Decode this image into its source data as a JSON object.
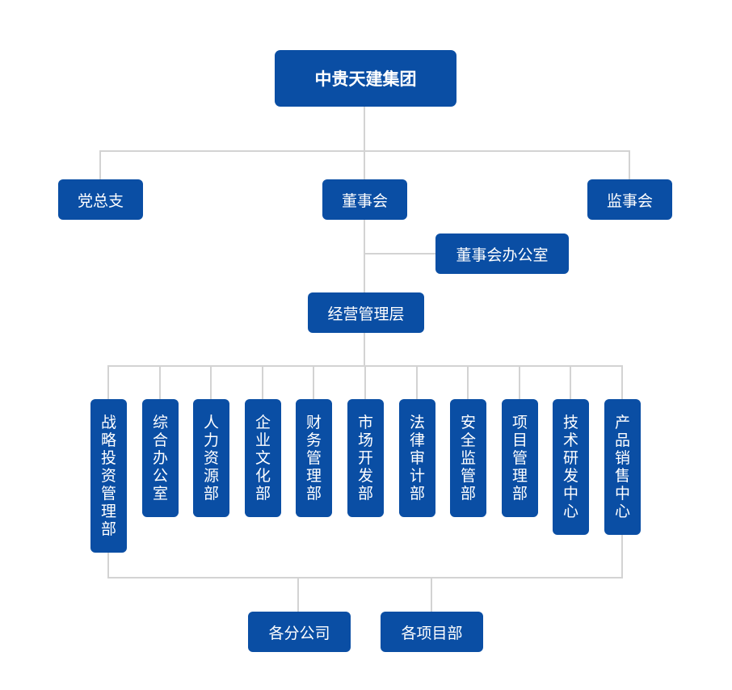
{
  "colors": {
    "node": "#0a4ea4",
    "connector": "#d3d3d3",
    "text": "#ffffff"
  },
  "root": "中贵天建集团",
  "level1": {
    "left": "党总支",
    "center": "董事会",
    "right": "监事会"
  },
  "board_office": "董事会办公室",
  "management": "经营管理层",
  "departments": [
    "战略投资管理部",
    "综合办公室",
    "人力资源部",
    "企业文化部",
    "财务管理部",
    "市场开发部",
    "法律审计部",
    "安全监管部",
    "项目管理部",
    "技术研发中心",
    "产品销售中心"
  ],
  "bottom": [
    "各分公司",
    "各项目部"
  ]
}
